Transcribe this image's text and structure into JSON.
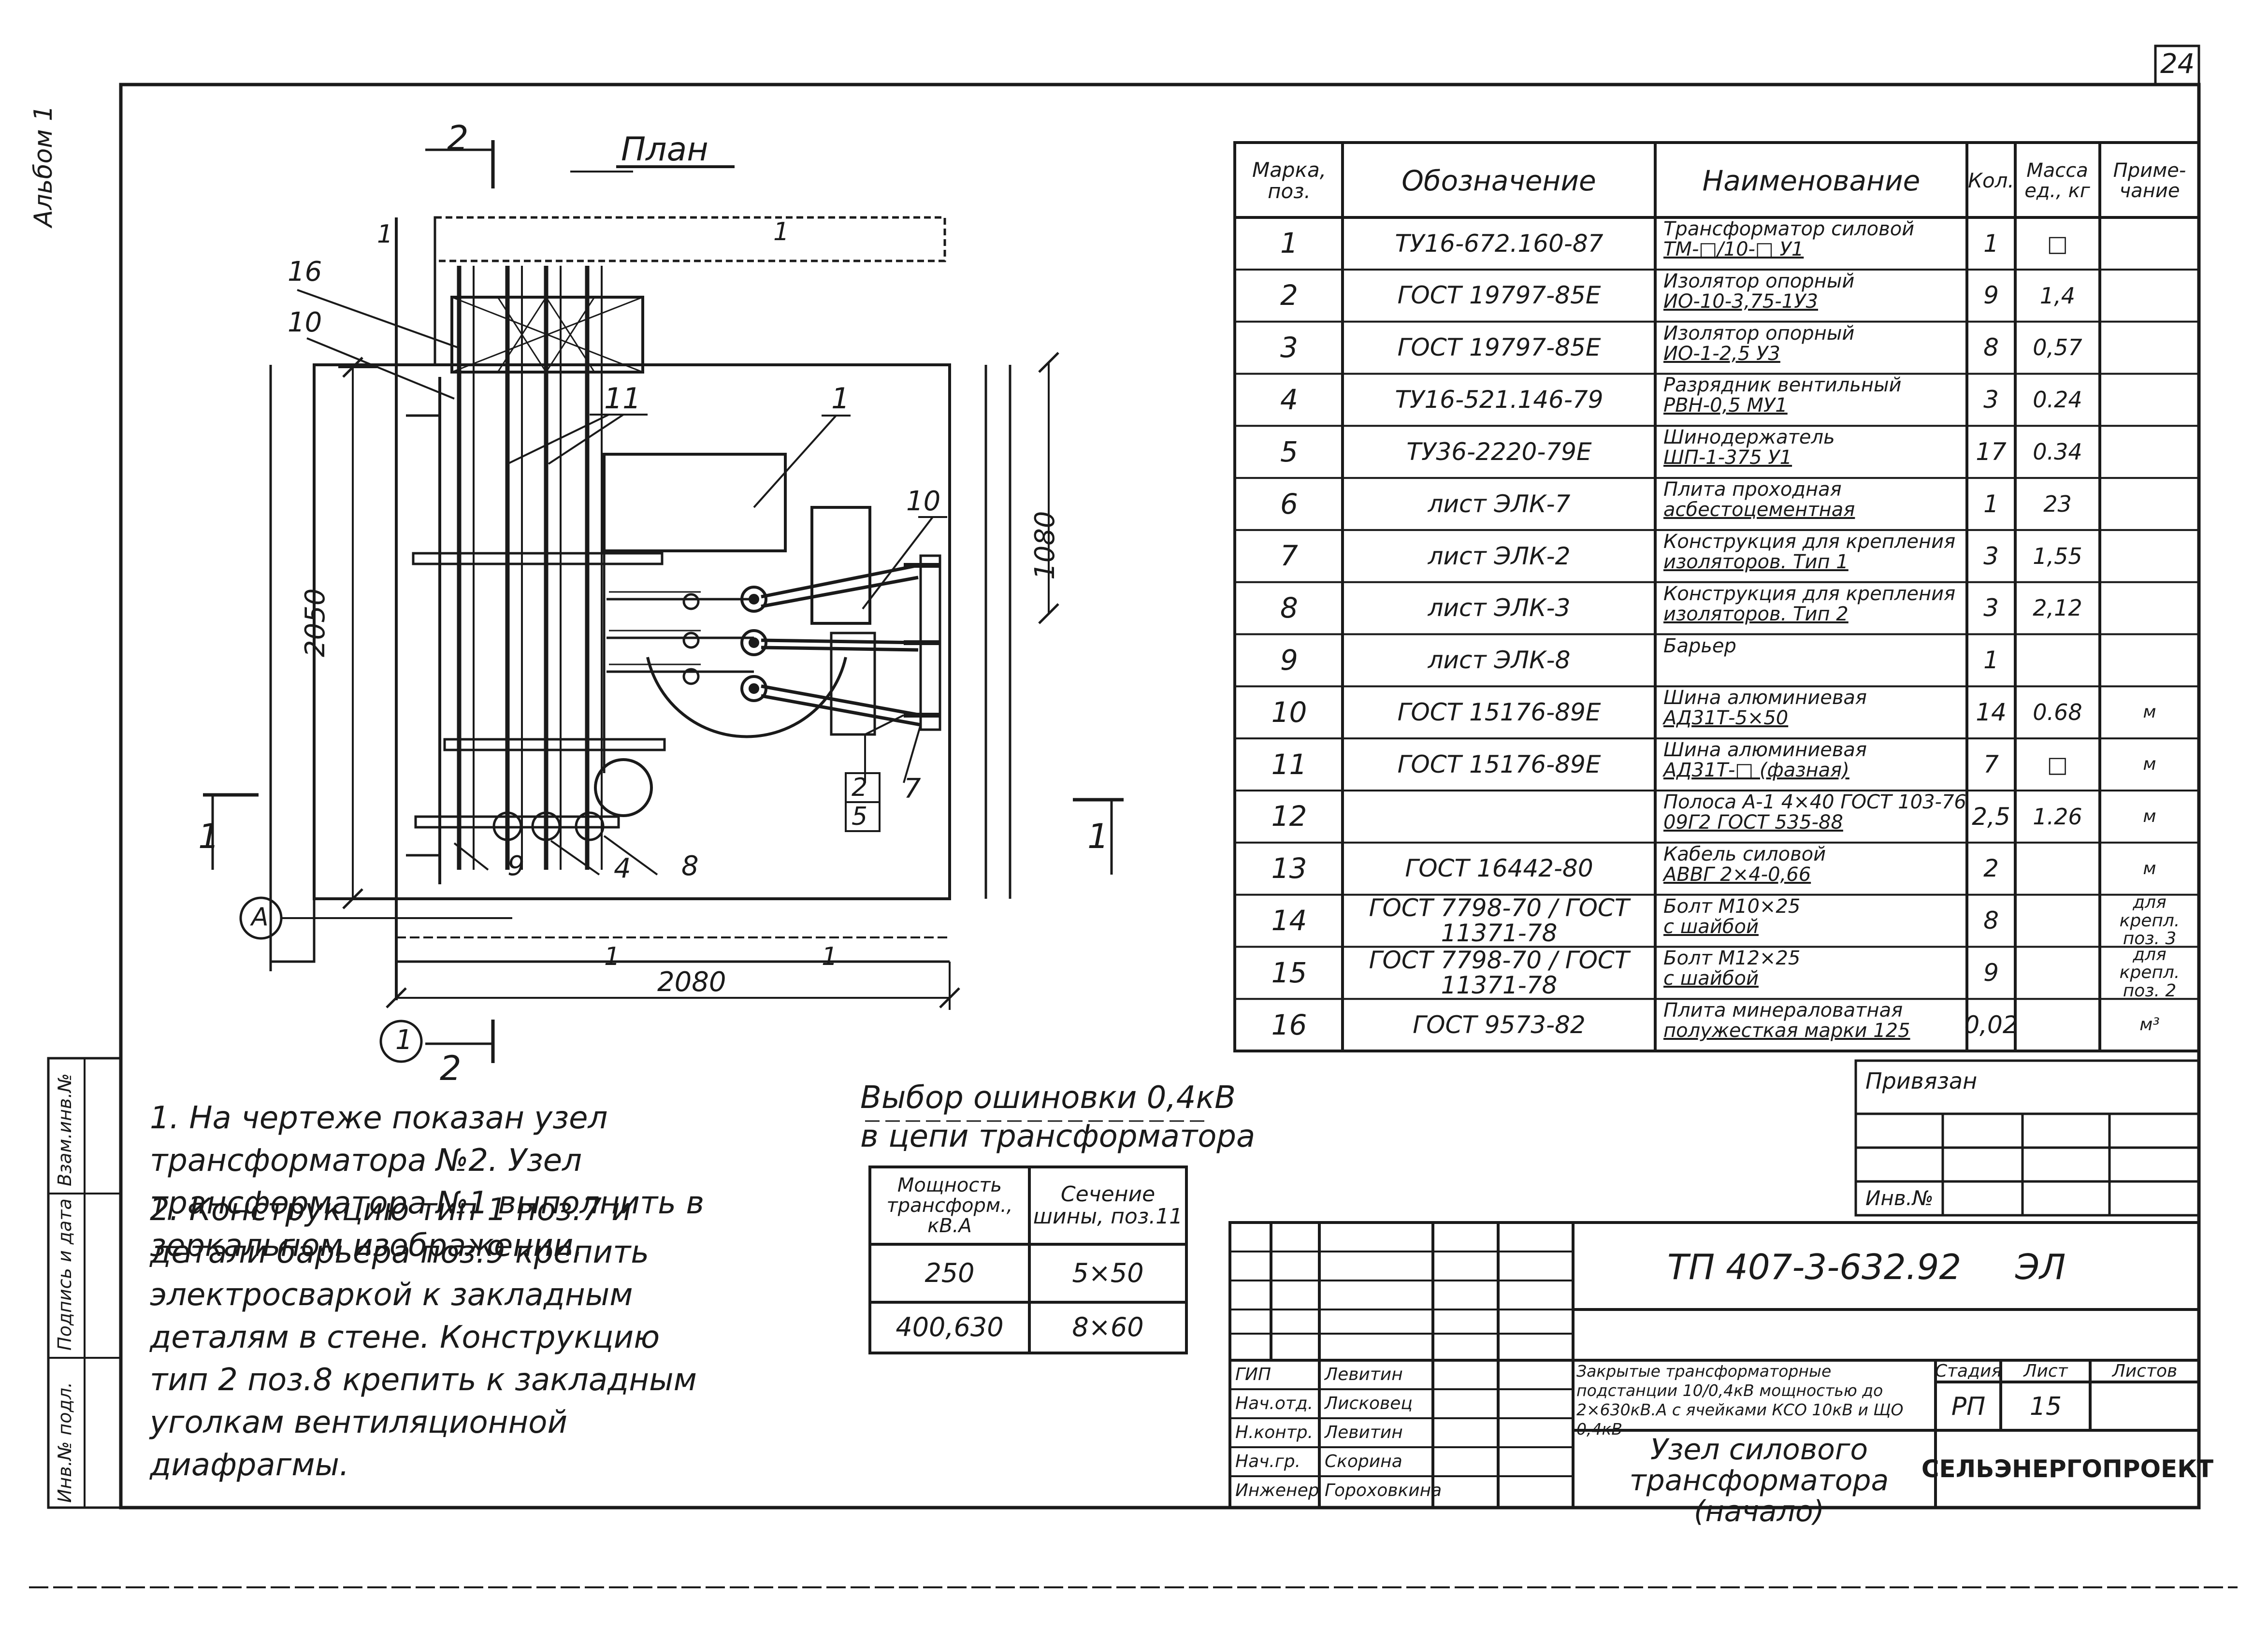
{
  "sheet": {
    "number": "24",
    "album_label": "Альбом 1",
    "side_stamp": [
      "Инв.№ подл.",
      "Подпись и дата",
      "Взам.инв.№"
    ]
  },
  "plan": {
    "title": "План",
    "section_mark": "2",
    "section_mark_bottom": "2",
    "section_side": "1",
    "section_side_right": "1",
    "axis_label": "А",
    "axis_number": "1",
    "dim_horizontal": "2080",
    "dim_vertical": "2050",
    "dim_right": "1080",
    "callouts": [
      "16",
      "10",
      "11",
      "1",
      "10",
      "2",
      "5",
      "7",
      "9",
      "4",
      "8"
    ],
    "wall_marks": [
      "1",
      "1",
      "1",
      "1"
    ]
  },
  "spec_table": {
    "headers": [
      "Марка, поз.",
      "Обозначение",
      "Наименование",
      "Кол.",
      "Масса ед., кг",
      "Приме- чание"
    ],
    "rows": [
      {
        "pos": "1",
        "code": "ТУ16-672.160-87",
        "name": [
          "Трансформатор силовой",
          "ТМ-□/10-□ У1"
        ],
        "qty": "1",
        "mass": "□",
        "note": ""
      },
      {
        "pos": "2",
        "code": "ГОСТ 19797-85Е",
        "name": [
          "Изолятор опорный",
          "ИО-10-3,75-1У3"
        ],
        "qty": "9",
        "mass": "1,4",
        "note": ""
      },
      {
        "pos": "3",
        "code": "ГОСТ 19797-85Е",
        "name": [
          "Изолятор опорный",
          "ИО-1-2,5 У3"
        ],
        "qty": "8",
        "mass": "0,57",
        "note": ""
      },
      {
        "pos": "4",
        "code": "ТУ16-521.146-79",
        "name": [
          "Разрядник вентильный",
          "РВН-0,5 МУ1"
        ],
        "qty": "3",
        "mass": "0.24",
        "note": ""
      },
      {
        "pos": "5",
        "code": "ТУ36-2220-79Е",
        "name": [
          "Шинодержатель",
          "ШП-1-375 У1"
        ],
        "qty": "17",
        "mass": "0.34",
        "note": ""
      },
      {
        "pos": "6",
        "code": "лист ЭЛК-7",
        "name": [
          "Плита проходная",
          "асбестоцементная"
        ],
        "qty": "1",
        "mass": "23",
        "note": ""
      },
      {
        "pos": "7",
        "code": "лист ЭЛК-2",
        "name": [
          "Конструкция для крепления",
          "изоляторов. Тип 1"
        ],
        "qty": "3",
        "mass": "1,55",
        "note": ""
      },
      {
        "pos": "8",
        "code": "лист ЭЛК-3",
        "name": [
          "Конструкция для крепления",
          "изоляторов. Тип 2"
        ],
        "qty": "3",
        "mass": "2,12",
        "note": ""
      },
      {
        "pos": "9",
        "code": "лист ЭЛК-8",
        "name": [
          "Барьер",
          ""
        ],
        "qty": "1",
        "mass": "",
        "note": ""
      },
      {
        "pos": "10",
        "code": "ГОСТ 15176-89Е",
        "name": [
          "Шина алюминиевая",
          "АД31Т-5×50"
        ],
        "qty": "14",
        "mass": "0.68",
        "note": "м"
      },
      {
        "pos": "11",
        "code": "ГОСТ 15176-89Е",
        "name": [
          "Шина алюминиевая",
          "АД31Т-□ (фазная)"
        ],
        "qty": "7",
        "mass": "□",
        "note": "м"
      },
      {
        "pos": "12",
        "code": "",
        "name": [
          "Полоса А-1 4×40 ГОСТ 103-76",
          "09Г2 ГОСТ 535-88"
        ],
        "qty": "2,5",
        "mass": "1.26",
        "note": "м"
      },
      {
        "pos": "13",
        "code": "ГОСТ 16442-80",
        "name": [
          "Кабель силовой",
          "АВВГ 2×4-0,66"
        ],
        "qty": "2",
        "mass": "",
        "note": "м"
      },
      {
        "pos": "14",
        "code": "ГОСТ 7798-70 / ГОСТ 11371-78",
        "name": [
          "Болт М10×25",
          "с шайбой"
        ],
        "qty": "8",
        "mass": "",
        "note": "для крепл. поз. 3"
      },
      {
        "pos": "15",
        "code": "ГОСТ 7798-70 / ГОСТ 11371-78",
        "name": [
          "Болт М12×25",
          "с шайбой"
        ],
        "qty": "9",
        "mass": "",
        "note": "для крепл. поз. 2"
      },
      {
        "pos": "16",
        "code": "ГОСТ 9573-82",
        "name": [
          "Плита минераловатная",
          "полужесткая марки 125"
        ],
        "qty": "0,02",
        "mass": "",
        "note": "м³"
      }
    ]
  },
  "notes": [
    "1. На чертеже показан узел трансформатора №2. Узел трансформатора №1 выполнить в зеркальном изображении.",
    "2. Конструкцию тип 1 поз.7 и детали барьера поз.9 крепить электросваркой к закладным деталям в стене. Конструкцию тип 2 поз.8 крепить к закладным уголкам вентиляционной диафрагмы."
  ],
  "busbar_table": {
    "title_line1": "Выбор ошиновки 0,4кВ",
    "title_line2": "в цепи трансформатора",
    "headers": [
      "Мощность трансформ., кВ.А",
      "Сечение шины, поз.11"
    ],
    "rows": [
      [
        "250",
        "5×50"
      ],
      [
        "400,630",
        "8×60"
      ]
    ]
  },
  "binding": {
    "title": "Привязан",
    "inv": "Инв.№"
  },
  "title_block": {
    "doc_code": "ТП 407-3-632.92",
    "doc_suffix": "ЭЛ",
    "project_desc": "Закрытые трансформаторные подстанции 10/0,4кВ мощностью до 2×630кВ.А с ячейками КСО 10кВ и ЩО 0,4кВ",
    "sheet_title": "Узел силового трансформатора (начало)",
    "stage_label": "Стадия",
    "sheet_label": "Лист",
    "sheets_label": "Листов",
    "stage": "РП",
    "sheet": "15",
    "sheets": "",
    "org": "СЕЛЬЭНЕРГОПРОЕКТ",
    "roles": [
      {
        "role": "ГИП",
        "name": "Левитин"
      },
      {
        "role": "Нач.отд.",
        "name": "Лисковец"
      },
      {
        "role": "Н.контр.",
        "name": "Левитин"
      },
      {
        "role": "Нач.гр.",
        "name": "Скорина"
      },
      {
        "role": "Инженер",
        "name": "Гороховкина"
      }
    ]
  }
}
